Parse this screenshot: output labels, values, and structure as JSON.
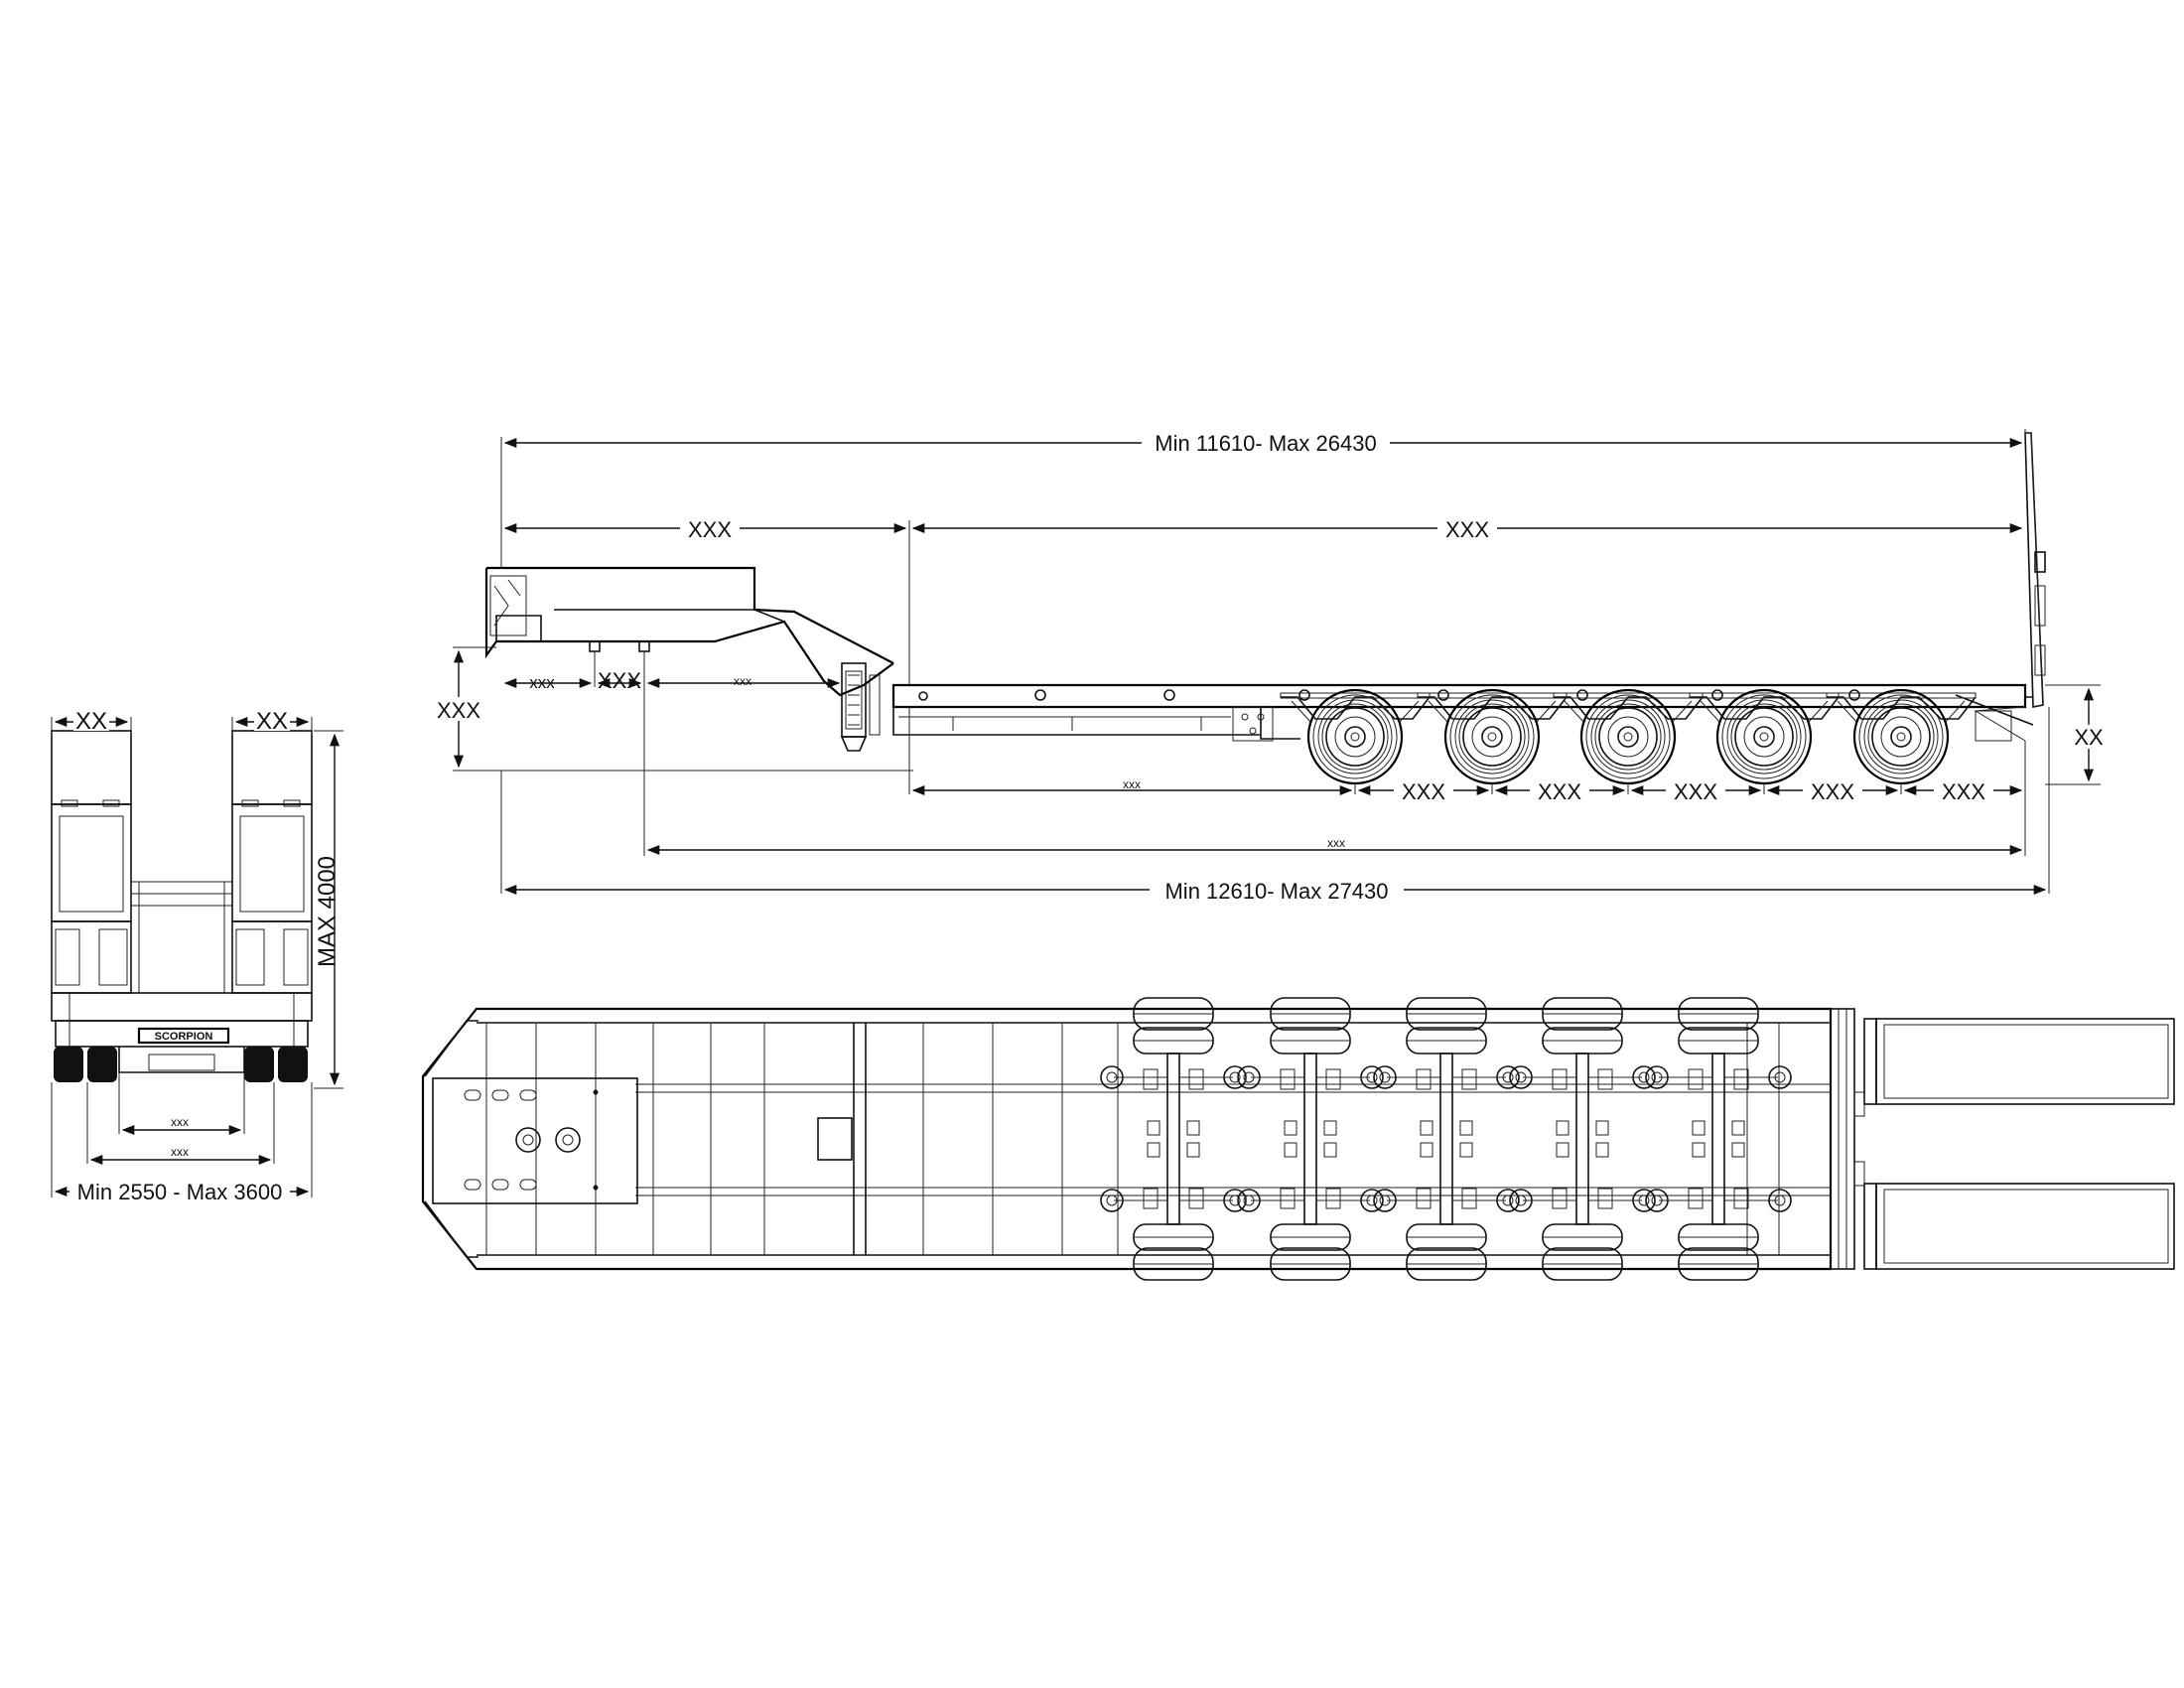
{
  "rear_view": {
    "top_left_width": "XX",
    "top_right_width": "XX",
    "max_height": "MAX 4000",
    "inner_dim_1": "xxx",
    "inner_dim_2": "xxx",
    "width_range": "Min 2550 - Max 3600",
    "logo_text": "SCORPION"
  },
  "side_view": {
    "overall_length_top": "Min 11610-  Max 26430",
    "gooseneck_length": "XXX",
    "deck_length": "XXX",
    "gooseneck_height": "XXX",
    "kingpin_offset_1": "xxx",
    "kingpin_offset_2": "XXX",
    "kingpin_offset_3": "xxx",
    "rear_height": "XX",
    "deck_to_axle": "xxx",
    "axle_spacings": [
      "XXX",
      "XXX",
      "XXX",
      "XXX",
      "XXX"
    ],
    "kingpin_to_rear": "xxx",
    "overall_length_bottom": "Min 12610-  Max 27430"
  }
}
